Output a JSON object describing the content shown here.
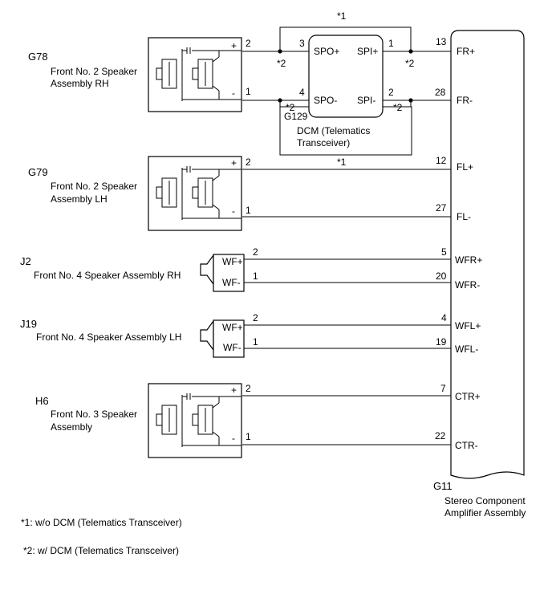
{
  "amplifier": {
    "code": "G11",
    "name_line1": "Stereo Component",
    "name_line2": "Amplifier Assembly",
    "pins": [
      {
        "num": "13",
        "label": "FR+"
      },
      {
        "num": "28",
        "label": "FR-"
      },
      {
        "num": "12",
        "label": "FL+"
      },
      {
        "num": "27",
        "label": "FL-"
      },
      {
        "num": "5",
        "label": "WFR+"
      },
      {
        "num": "20",
        "label": "WFR-"
      },
      {
        "num": "4",
        "label": "WFL+"
      },
      {
        "num": "19",
        "label": "WFL-"
      },
      {
        "num": "7",
        "label": "CTR+"
      },
      {
        "num": "22",
        "label": "CTR-"
      }
    ]
  },
  "components": [
    {
      "code": "G78",
      "name_line1": "Front No. 2 Speaker",
      "name_line2": "Assembly RH",
      "plus": "+",
      "minus": "-",
      "pin_plus": "2",
      "pin_minus": "1"
    },
    {
      "code": "G79",
      "name_line1": "Front No. 2 Speaker",
      "name_line2": "Assembly LH",
      "plus": "+",
      "minus": "-",
      "pin_plus": "2",
      "pin_minus": "1"
    },
    {
      "code": "J2",
      "name_line1": "Front No. 4 Speaker Assembly RH",
      "term_plus": "WF+",
      "term_minus": "WF-",
      "pin_plus": "2",
      "pin_minus": "1"
    },
    {
      "code": "J19",
      "name_line1": "Front No. 4 Speaker Assembly LH",
      "term_plus": "WF+",
      "term_minus": "WF-",
      "pin_plus": "2",
      "pin_minus": "1"
    },
    {
      "code": "H6",
      "name_line1": "Front No. 3 Speaker",
      "name_line2": "Assembly",
      "plus": "+",
      "minus": "-",
      "pin_plus": "2",
      "pin_minus": "1"
    }
  ],
  "dcm": {
    "code": "G129",
    "name_line1": "DCM (Telematics",
    "name_line2": "Transceiver)",
    "terminals": [
      {
        "num": "3",
        "label": "SPO+"
      },
      {
        "num": "1",
        "label": "SPI+"
      },
      {
        "num": "4",
        "label": "SPO-"
      },
      {
        "num": "2",
        "label": "SPI-"
      }
    ]
  },
  "marks": {
    "star1": "*1",
    "star2": "*2"
  },
  "notes": [
    "*1: w/o DCM (Telematics Transceiver)",
    "*2: w/ DCM (Telematics Transceiver)"
  ]
}
